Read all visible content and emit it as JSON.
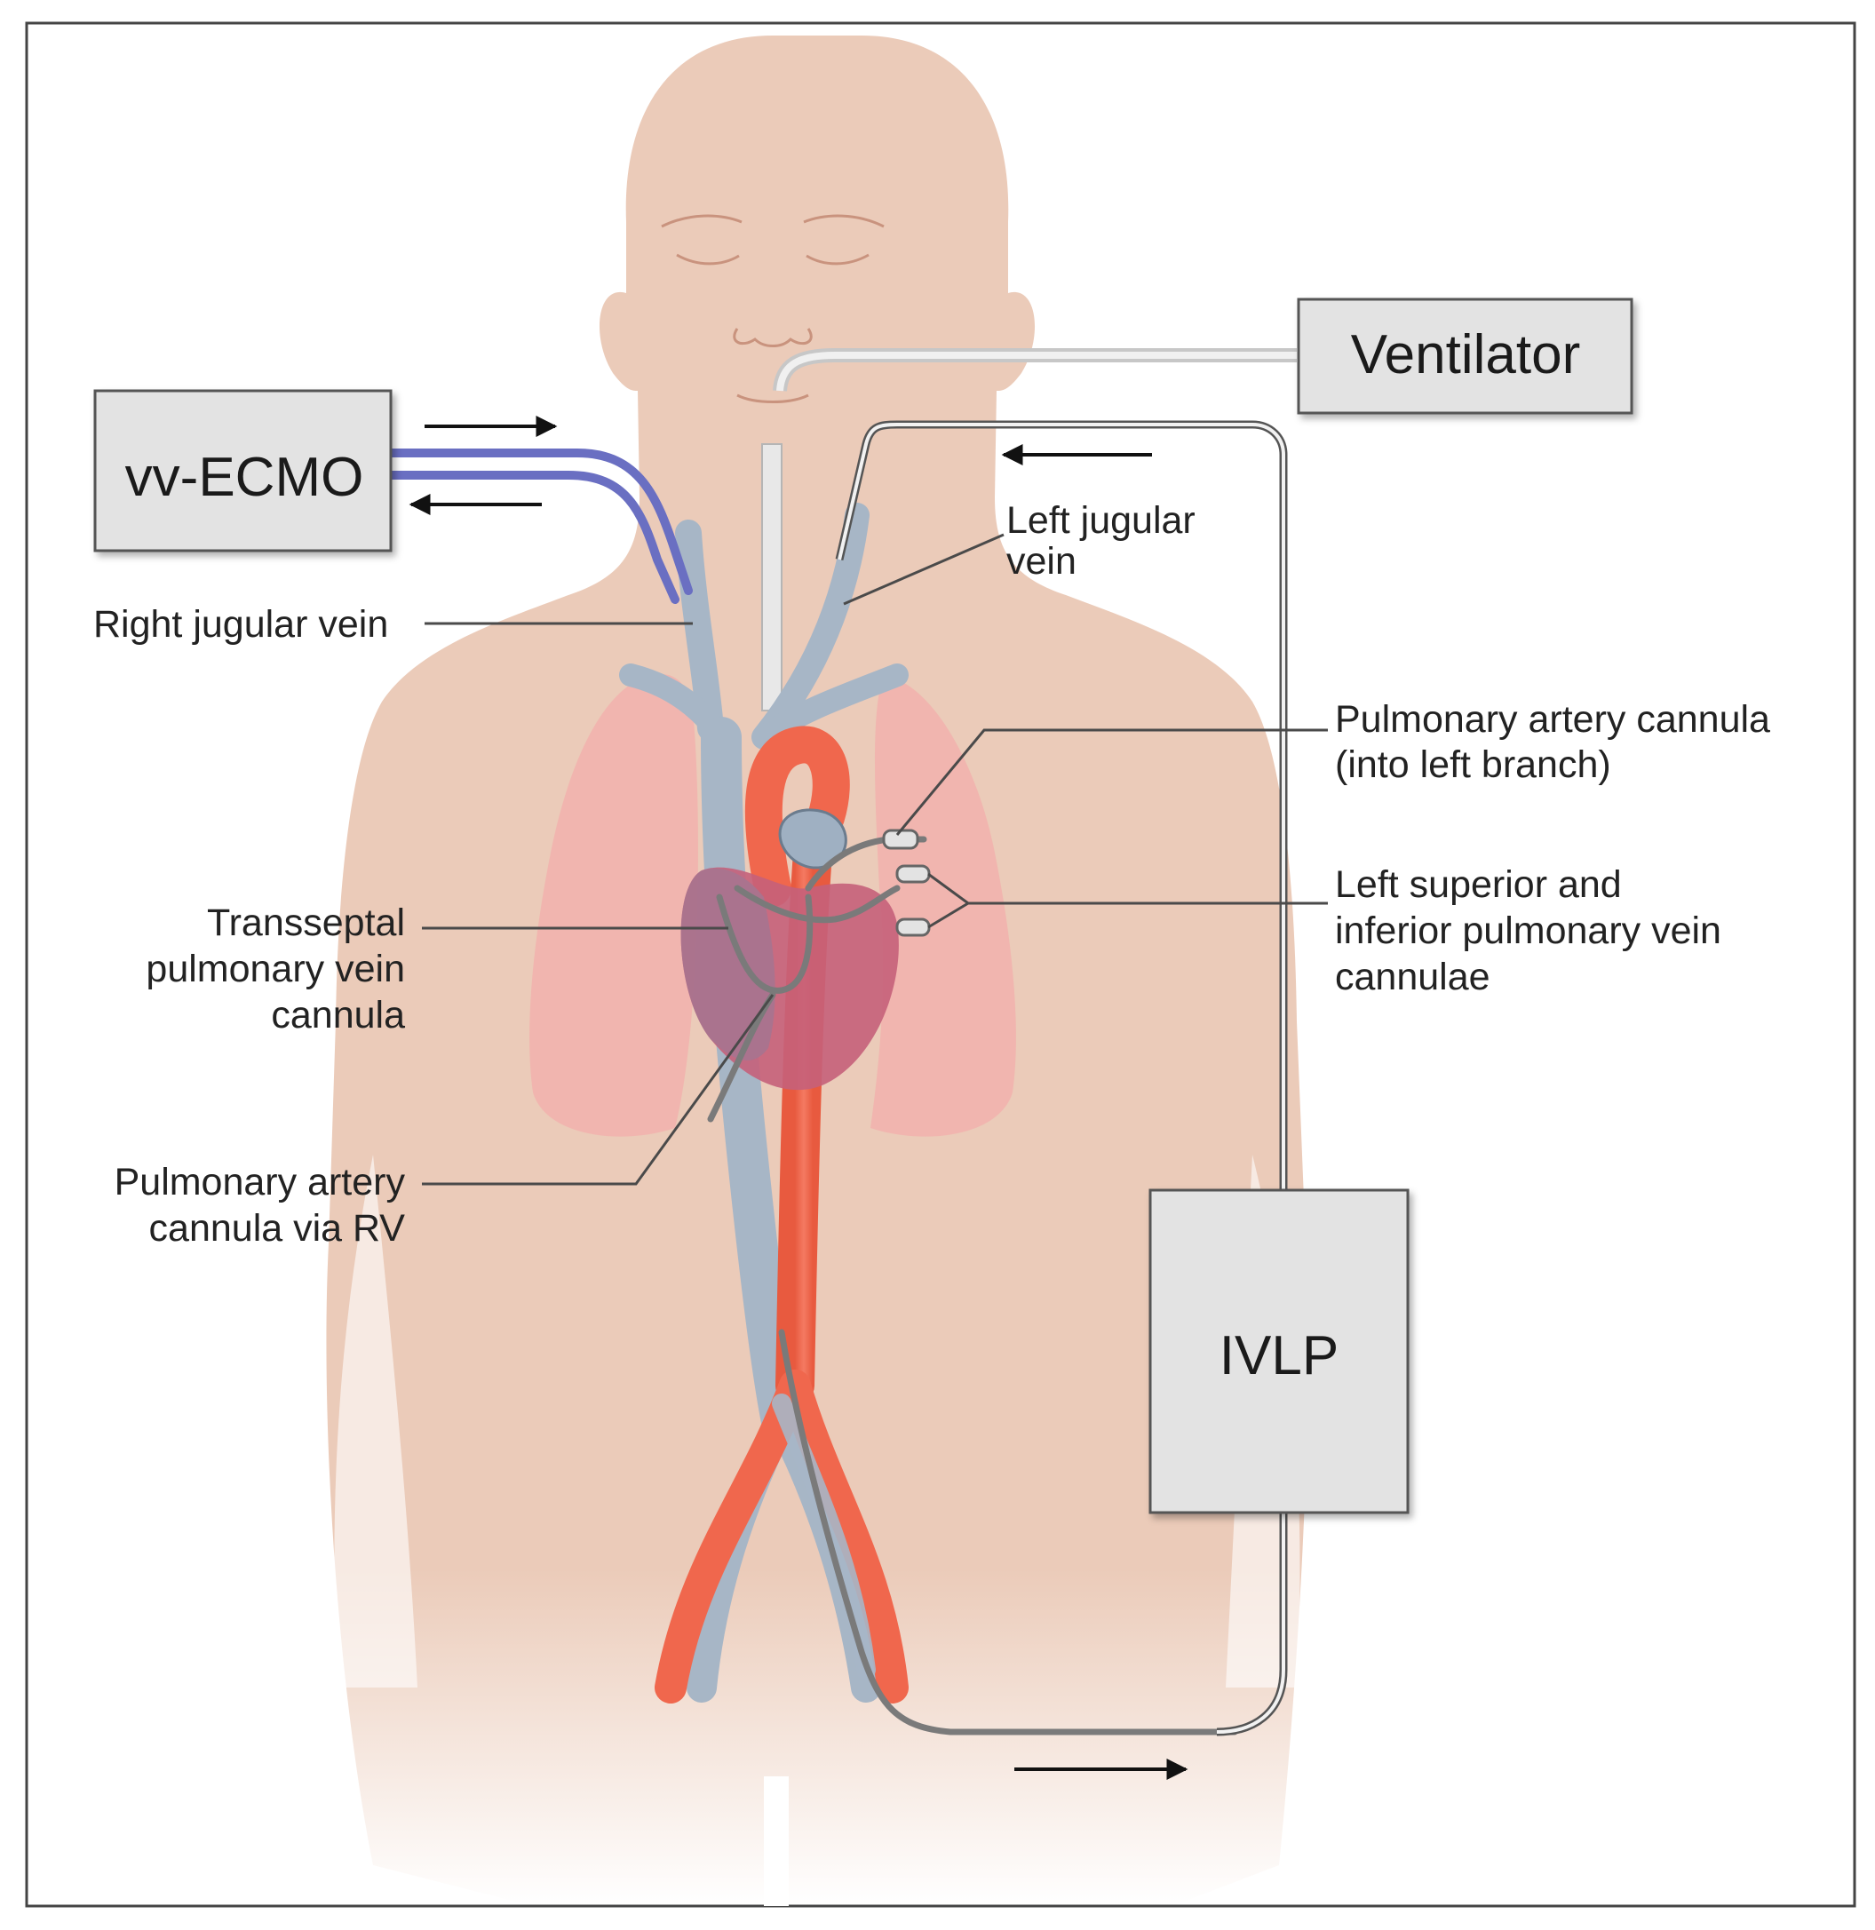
{
  "devices": {
    "ventilator": "Ventilator",
    "ecmo": "vv-ECMO",
    "ivlp": "IVLP"
  },
  "labels": {
    "right_jugular": "Right jugular vein",
    "left_jugular": [
      "Left jugular",
      "vein"
    ],
    "pa_cannula_left": [
      "Pulmonary artery cannula",
      "(into left branch)"
    ],
    "left_pv_cannulae": [
      "Left superior and",
      "inferior pulmonary vein",
      "cannulae"
    ],
    "transseptal": [
      "Transseptal",
      "pulmonary vein",
      "cannula"
    ],
    "pa_cannula_rv": [
      "Pulmonary artery",
      "cannula via RV"
    ]
  },
  "colors": {
    "skin": "#ebcbb9",
    "lung": "#f2b2ad",
    "vein": "#a7b6c6",
    "artery": "#f0674d",
    "heart": "#a9748e",
    "ecmo_tube": "#6a6fc2",
    "box": "#e3e3e3"
  },
  "icons": [
    "arrow-right-icon",
    "arrow-left-icon"
  ]
}
